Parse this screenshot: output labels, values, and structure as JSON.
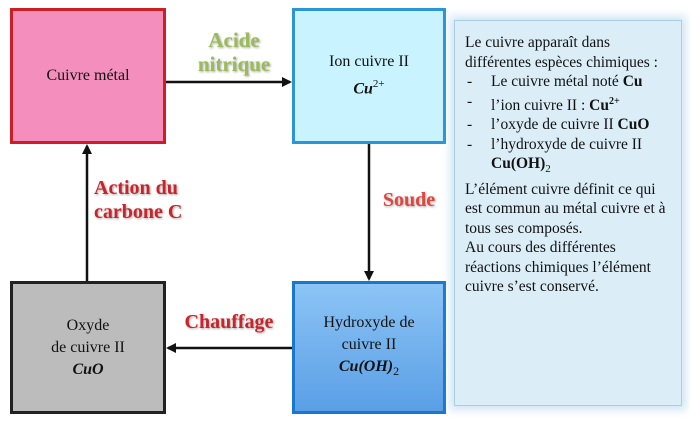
{
  "boxes": {
    "cuivre_metal": {
      "label": "Cuivre métal"
    },
    "ion_cuivre": {
      "label": "Ion cuivre II",
      "formula": "Cu",
      "charge": "2+"
    },
    "hydroxyde": {
      "line1": "Hydroxyde de",
      "line2": "cuivre II",
      "formula_open": "Cu(",
      "formula_mid": "OH",
      "formula_close": ")",
      "formula_sub": "2"
    },
    "oxyde": {
      "line1": "Oxyde",
      "line2": "de cuivre II",
      "formula": "CuO"
    }
  },
  "reactions": {
    "acide_line1": "Acide",
    "acide_line2": "nitrique",
    "soude": "Soude",
    "chauffage": "Chauffage",
    "carbone_line1": "Action du",
    "carbone_line2": "carbone C"
  },
  "info": {
    "intro": "Le cuivre apparaît dans différentes espèces chimiques :",
    "items": [
      {
        "text": "Le cuivre métal noté ",
        "bold": "Cu"
      },
      {
        "text": "l’ion cuivre II : ",
        "bold": "Cu",
        "sup": "2+"
      },
      {
        "text": "l’oxyde de cuivre II ",
        "bold": "CuO"
      },
      {
        "text": "l’hydroxyde de cuivre II ",
        "bold": "Cu(OH)",
        "sub": "2"
      }
    ],
    "paragraph1": "L’élément cuivre définit ce qui est commun au métal cuivre et à tous ses composés.",
    "paragraph2": "Au cours des différentes réactions chimiques l’élément cuivre s’est conservé."
  },
  "colors": {
    "cuivre_fill": "#f48fbd",
    "cuivre_border": "#cc1e24",
    "ion_fill": "#c8f3ff",
    "ion_border": "#2a95d8",
    "hydroxyde_fill": "#6aaef0",
    "hydroxyde_border": "#1a78cc",
    "oxyde_fill": "#bcbcbc",
    "oxyde_border": "#222222",
    "acide_text": "#9bbb59",
    "soude_text": "#e0463f",
    "red_text": "#c9242b",
    "panel_fill": "#dbeef8"
  }
}
